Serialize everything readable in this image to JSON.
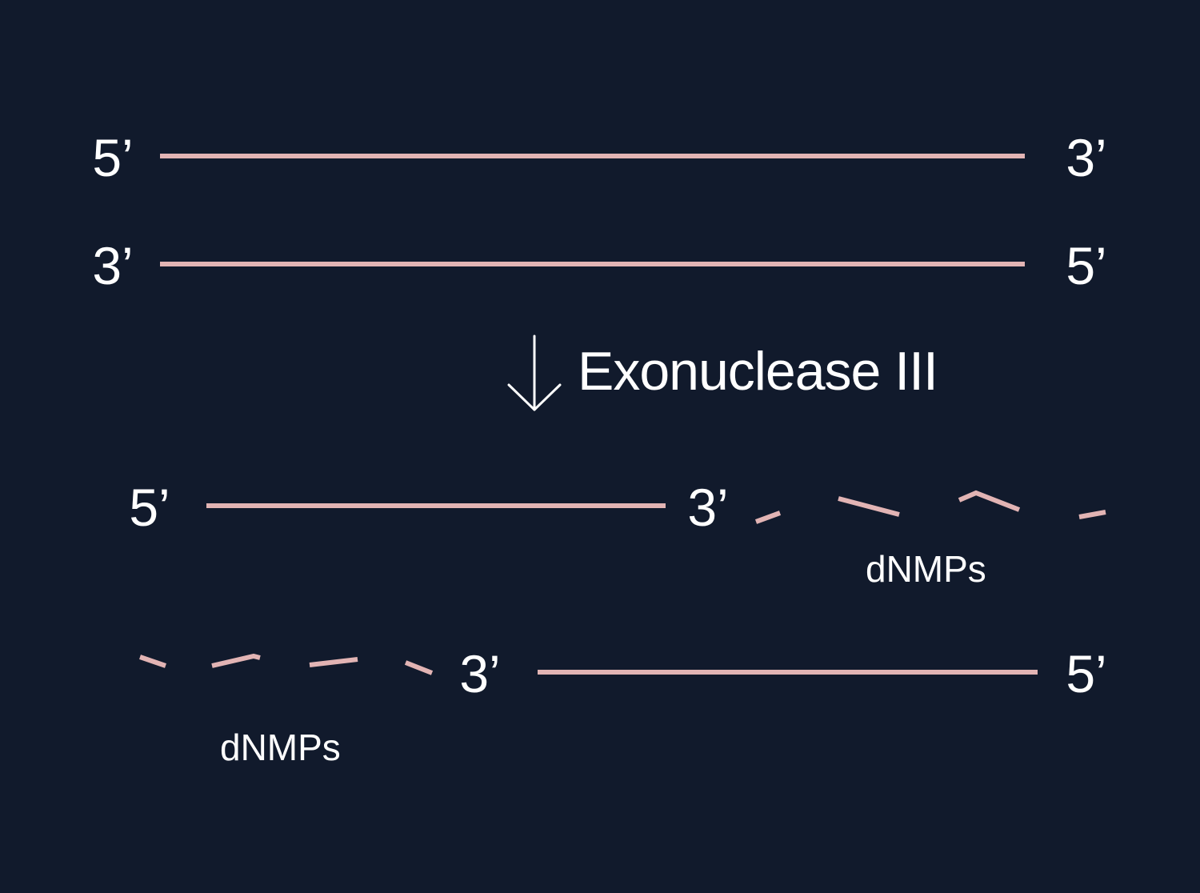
{
  "colors": {
    "background": "#111a2c",
    "strand": "#e2b4b4",
    "text": "#ffffff"
  },
  "duplex": {
    "top": {
      "left_end": "5’",
      "right_end": "3’"
    },
    "bottom": {
      "left_end": "3’",
      "right_end": "5’"
    }
  },
  "reaction": {
    "enzyme": "Exonuclease III",
    "arrow_icon": "down-arrow-icon"
  },
  "products": {
    "top": {
      "left_end": "5’",
      "right_end": "3’",
      "released": "dNMPs"
    },
    "bottom": {
      "left_end": "3’",
      "right_end": "5’",
      "released": "dNMPs"
    }
  }
}
